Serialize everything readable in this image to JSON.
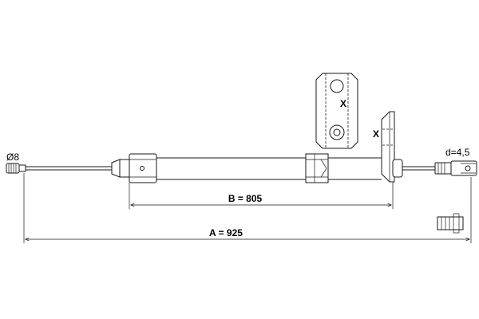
{
  "labels": {
    "diameter_left": "Ø8",
    "detail_x_top": "X",
    "detail_x_side": "X",
    "diameter_right": "d=4,5",
    "dimension_b": "B = 805",
    "dimension_a": "A = 925"
  }
}
